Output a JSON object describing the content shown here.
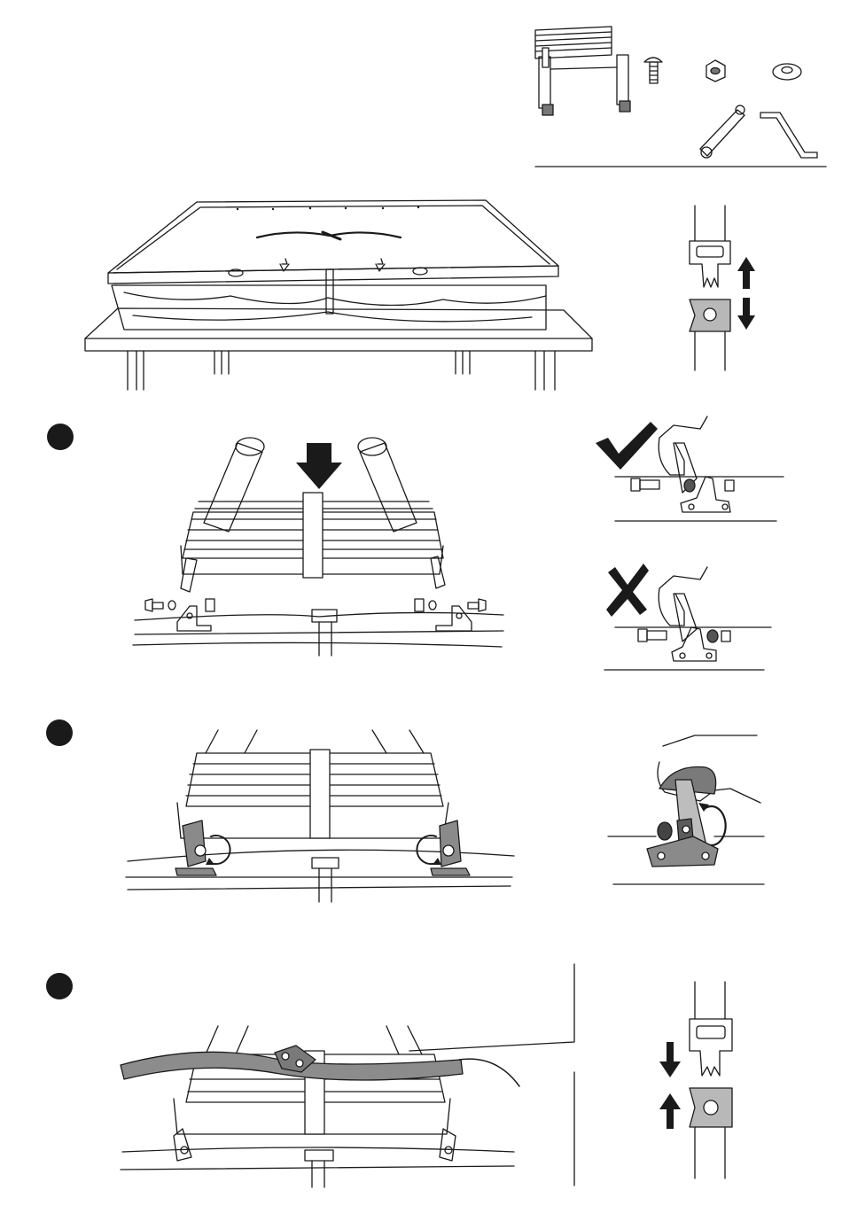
{
  "document": {
    "steps": [
      {
        "id": 1,
        "label": ""
      },
      {
        "id": 2,
        "label": ""
      },
      {
        "id": 3,
        "label": ""
      }
    ],
    "parts": [
      "ladder-icon",
      "bolt-icon",
      "nut-icon",
      "washer-icon",
      "wrench-icon",
      "hex-key-icon"
    ],
    "indicators": {
      "correct": "check-icon",
      "incorrect": "cross-icon"
    },
    "colors": {
      "ink": "#1a1a1a",
      "strap": "#8c8c8c",
      "buckle": "#b8b8b8",
      "paper": "#ffffff"
    }
  }
}
